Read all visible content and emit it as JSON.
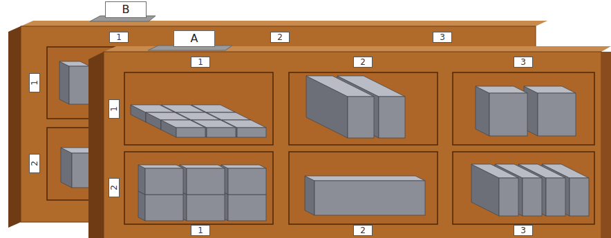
{
  "diagram": {
    "nodes": [
      {
        "text": [
          "B"
        ]
      },
      {
        "text": [
          "A"
        ]
      }
    ],
    "labels": [
      "1",
      "2",
      "3",
      "1",
      "2",
      "1",
      "2",
      "3",
      "1",
      "2",
      "1",
      "2",
      "3"
    ]
  }
}
